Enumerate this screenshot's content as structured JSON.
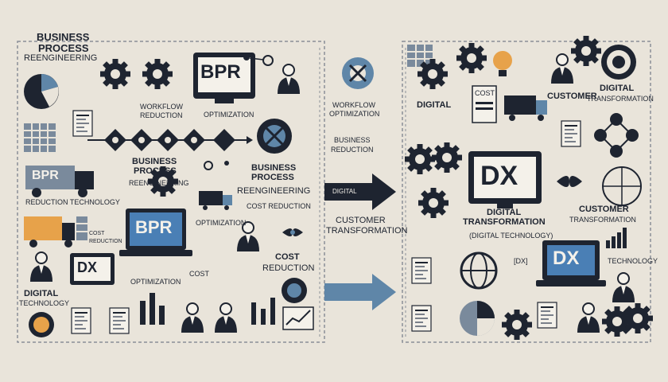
{
  "left_panel": {
    "title_line1": "BUSINESS",
    "title_line2": "PROCESS",
    "title_line3": "REENGINEERING",
    "bpr_badge": "BPR",
    "workflow_label": "WORKFLOW",
    "reduction_label": "REDUCTION",
    "optimization_label_top": "OPTIMIZATION",
    "mid_title_line1": "BUSINESS",
    "mid_title_line2": "PROCESS",
    "mid_title_line3": "REENGINEERING",
    "center_title_line1": "BUSINESS",
    "center_title_line2": "PROCESS",
    "center_title_line3": "REENGINEERING",
    "cost_reduction_label": "COST REDUCTION",
    "bpr_truck_label": "BPR",
    "reduction_technology": "REDUCTION TECHNOLOGY",
    "small_caption_1": "COST",
    "small_caption_2": "REDUCTION",
    "bpr_laptop_label": "BPR",
    "optimization_label_mid": "OPTIMIZATION",
    "cost_reduction_line1": "COST",
    "cost_reduction_line2": "REDUCTION",
    "dx_small": "DX",
    "optimization_label_low": "OPTIMIZATION",
    "cost_label_low": "COST",
    "digital_tech_line1": "DIGITAL",
    "digital_tech_line2": "TECHNOLOGY"
  },
  "center": {
    "workflow_line1": "WORKFLOW",
    "workflow_line2": "OPTIMIZATION",
    "business_line1": "BUSINESS",
    "business_line2": "REDUCTION",
    "arrow_label": "DIGITAL",
    "customer_line1": "CUSTOMER",
    "customer_line2": "TRANSFORMATION"
  },
  "right_panel": {
    "digital_label": "DIGITAL",
    "cost_badge": "COST",
    "customer_label": "CUSTOMER",
    "digital_transformation_line1": "DIGITAL",
    "digital_transformation_line2": "TRANSFORMATION",
    "dx_big": "DX",
    "dx_caption_line1": "DIGITAL",
    "dx_caption_line2": "TRANSFORMATION",
    "dx_caption_sub": "(DIGITAL TECHNOLOGY)",
    "customer_small_line1": "CUSTOMER",
    "customer_small_line2": "TRANSFORMATION",
    "dx_laptop": "DX",
    "technology_label": "TECHNOLOGY",
    "dx_bracket": "[DX]"
  },
  "colors": {
    "background": "#e9e4da",
    "navy": "#1e2430",
    "steel_blue": "#5f86a8",
    "screen_blue": "#4a7fb5",
    "orange": "#e7a24a",
    "paper": "#f4f1ea"
  }
}
